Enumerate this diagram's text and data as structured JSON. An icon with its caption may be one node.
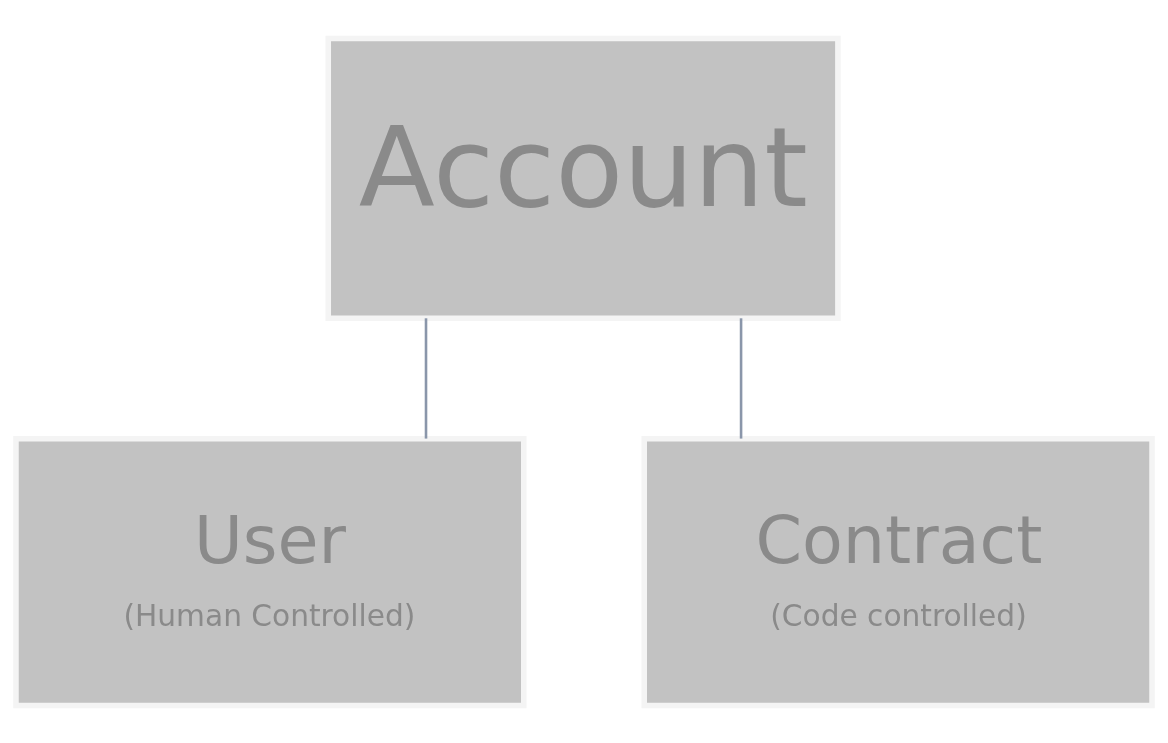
{
  "diagram": {
    "nodes": [
      {
        "text": [
          "Account"
        ]
      },
      {
        "text": [
          "User",
          "(Human Controlled)"
        ]
      },
      {
        "text": [
          "Contract",
          "(Code controlled)"
        ]
      }
    ],
    "edges": [
      {
        "from": 0,
        "to": 1,
        "arrow": "none"
      },
      {
        "from": 0,
        "to": 2,
        "arrow": "none"
      }
    ]
  }
}
